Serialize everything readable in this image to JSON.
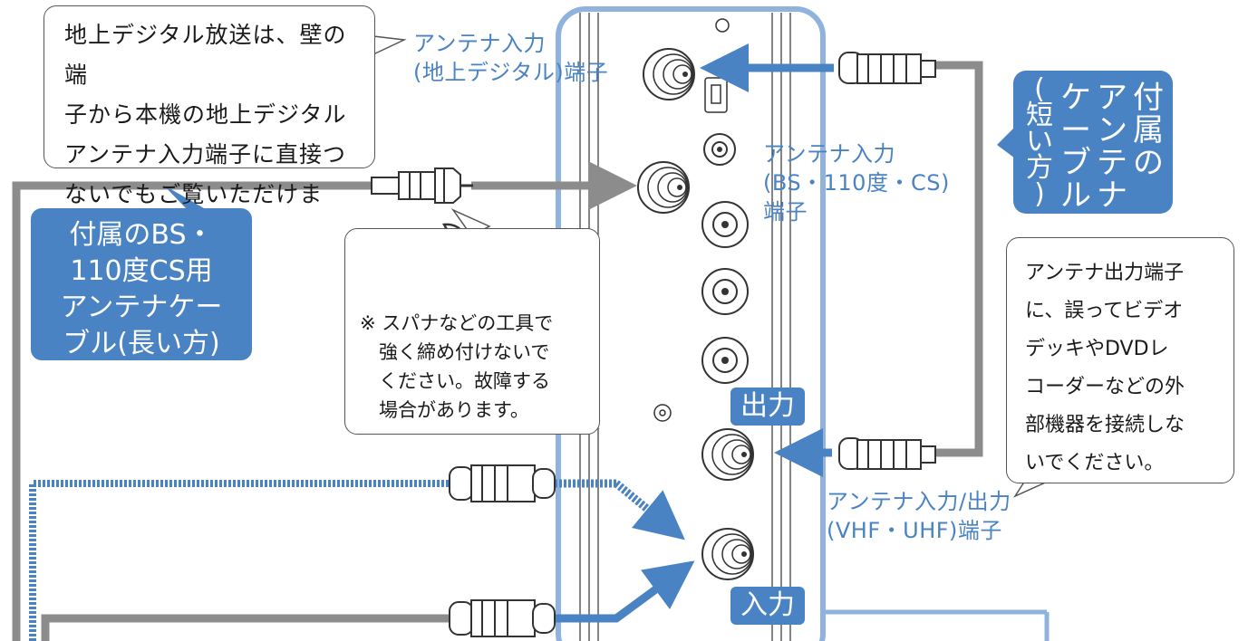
{
  "notes": {
    "terrestrial_direct": "地上デジタル放送は、壁の端\n子から本機の地上デジタル\nアンテナ入力端子に直接つ\nないでもご覧いただけます。",
    "wrench_warning": "※ スパナなどの工具で\n　強く締め付けないで\n　ください。故障する\n　場合があります。",
    "output_warning": "アンテナ出力端子\nに、誤ってビデオ\nデッキやDVDレ\nコーダーなどの外\n部機器を接続しな\nいでください。"
  },
  "cables": {
    "bs_long": "付属のBS・\n110度CS用\nアンテナケー\nブル(長い方)",
    "antenna_short_col1": "付\n属\nの",
    "antenna_short_col2": "ア\nン\nテ\nナ",
    "antenna_short_col3": "ケ\nー\nブ\nル",
    "antenna_short_col4": "(\n短\nい\n方\n)"
  },
  "terminals": {
    "terrestrial": "アンテナ入力\n(地上デジタル)端子",
    "bs_cs": "アンテナ入力\n(BS・110度・CS)\n端子",
    "vhf_uhf": "アンテナ入力/出力\n(VHF・UHF)端子",
    "output_label": "出力",
    "input_label": "入力"
  },
  "colors": {
    "accent": "#4a83c4",
    "cable_gray": "#8c8c8c",
    "outline": "#333333"
  }
}
